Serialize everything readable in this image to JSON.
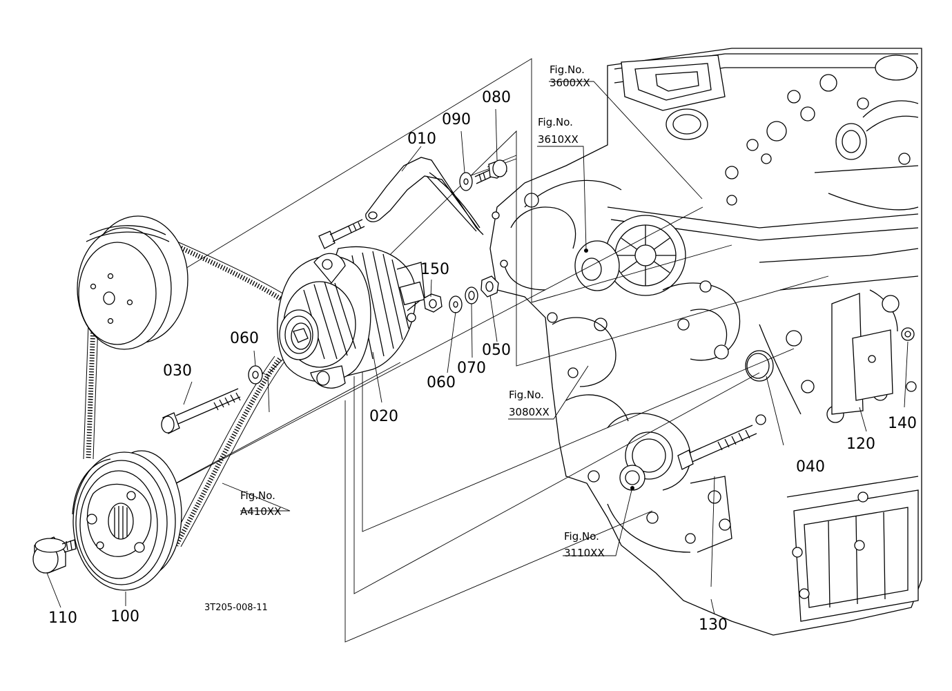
{
  "diagram": {
    "part_labels": {
      "p010": "010",
      "p020": "020",
      "p030": "030",
      "p040": "040",
      "p050": "050",
      "p060a": "060",
      "p060b": "060",
      "p070": "070",
      "p080": "080",
      "p090": "090",
      "p100": "100",
      "p110": "110",
      "p120": "120",
      "p130": "130",
      "p140": "140",
      "p150": "150"
    },
    "figure_refs": {
      "f3600": {
        "line1": "Fig.No.",
        "line2": "3600XX"
      },
      "f3610": {
        "line1": "Fig.No.",
        "line2": "3610XX"
      },
      "f3080": {
        "line1": "Fig.No.",
        "line2": "3080XX"
      },
      "fA410": {
        "line1": "Fig.No.",
        "line2": "A410XX"
      },
      "f3110": {
        "line1": "Fig.No.",
        "line2": "3110XX"
      }
    },
    "drawing_code": "3T205-008-11"
  }
}
